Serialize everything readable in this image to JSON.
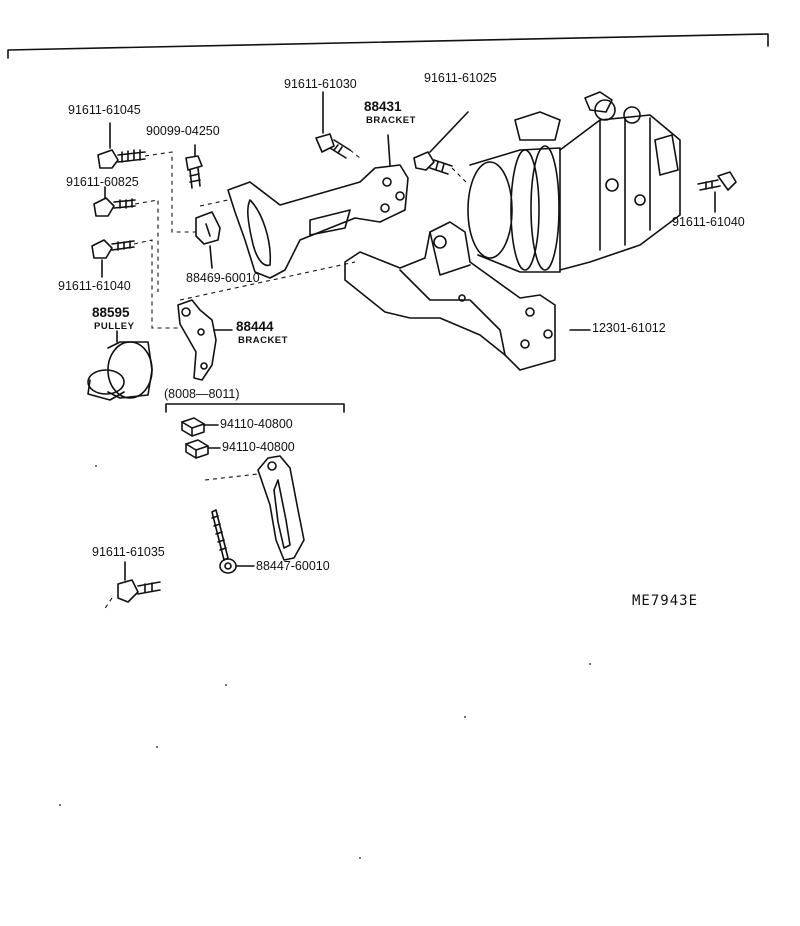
{
  "diagram_code": "ME7943E",
  "kit_range": "(8008—8011)",
  "labels": {
    "bolt_91611_61045": "91611-61045",
    "bolt_90099_04250": "90099-04250",
    "bolt_91611_60825": "91611-60825",
    "bolt_91611_61040_left": "91611-61040",
    "bolt_91611_61030": "91611-61030",
    "bolt_91611_61025": "91611-61025",
    "bolt_91611_61040_right": "91611-61040",
    "bracket_88431_num": "88431",
    "bracket_88431_name": "BRACKET",
    "spacer_88469": "88469-60010",
    "pulley_88595_num": "88595",
    "pulley_88595_name": "PULLEY",
    "bracket_88444_num": "88444",
    "bracket_88444_name": "BRACKET",
    "bracket_12301": "12301-61012",
    "nut_94110_a": "94110-40800",
    "nut_94110_b": "94110-40800",
    "bolt_88447": "88447-60010",
    "bolt_91611_61035": "91611-61035"
  }
}
